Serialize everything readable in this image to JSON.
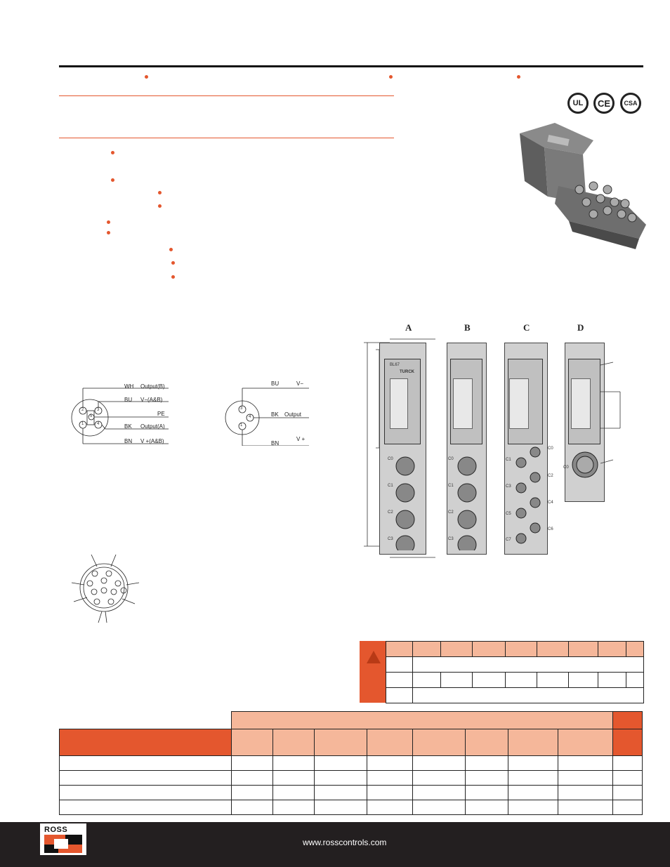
{
  "cert_marks": [
    "UL",
    "CE",
    "CSA"
  ],
  "column_letters": [
    "A",
    "B",
    "C",
    "D"
  ],
  "pinout_5pin": {
    "pins": [
      "2",
      "3",
      "5",
      "1",
      "4"
    ],
    "labels": [
      {
        "code": "WH",
        "desc": "Output(B)"
      },
      {
        "code": "BU",
        "desc": "V−(A&B)"
      },
      {
        "code": "",
        "desc": "PE"
      },
      {
        "code": "BK",
        "desc": "Output(A)"
      },
      {
        "code": "BN",
        "desc": "V +(A&B)"
      }
    ]
  },
  "pinout_3pin": {
    "pins": [
      "3",
      "4",
      "1"
    ],
    "labels": [
      {
        "code": "BU",
        "desc": "V−"
      },
      {
        "code": "BK",
        "desc": "Output"
      },
      {
        "code": "BN",
        "desc": "V +"
      }
    ]
  },
  "module_a": {
    "connectors": [
      "C0",
      "C1",
      "C2",
      "C3"
    ]
  },
  "module_b": {
    "connectors": [
      "C0",
      "C1",
      "C2",
      "C3"
    ]
  },
  "module_c": {
    "connectors_left": [
      "C1",
      "C3",
      "C5",
      "C7"
    ],
    "connectors_right": [
      "C0",
      "C2",
      "C4",
      "C6"
    ]
  },
  "module_d": {
    "connectors": [
      "C0"
    ]
  },
  "module_brand": "TURCK",
  "module_label": "BL67",
  "colors": {
    "accent": "#e4572e",
    "peach": "#f5b79a",
    "dark": "#231f20"
  },
  "footer": {
    "brand": "ROSS",
    "url": "www.rosscontrols.com"
  }
}
